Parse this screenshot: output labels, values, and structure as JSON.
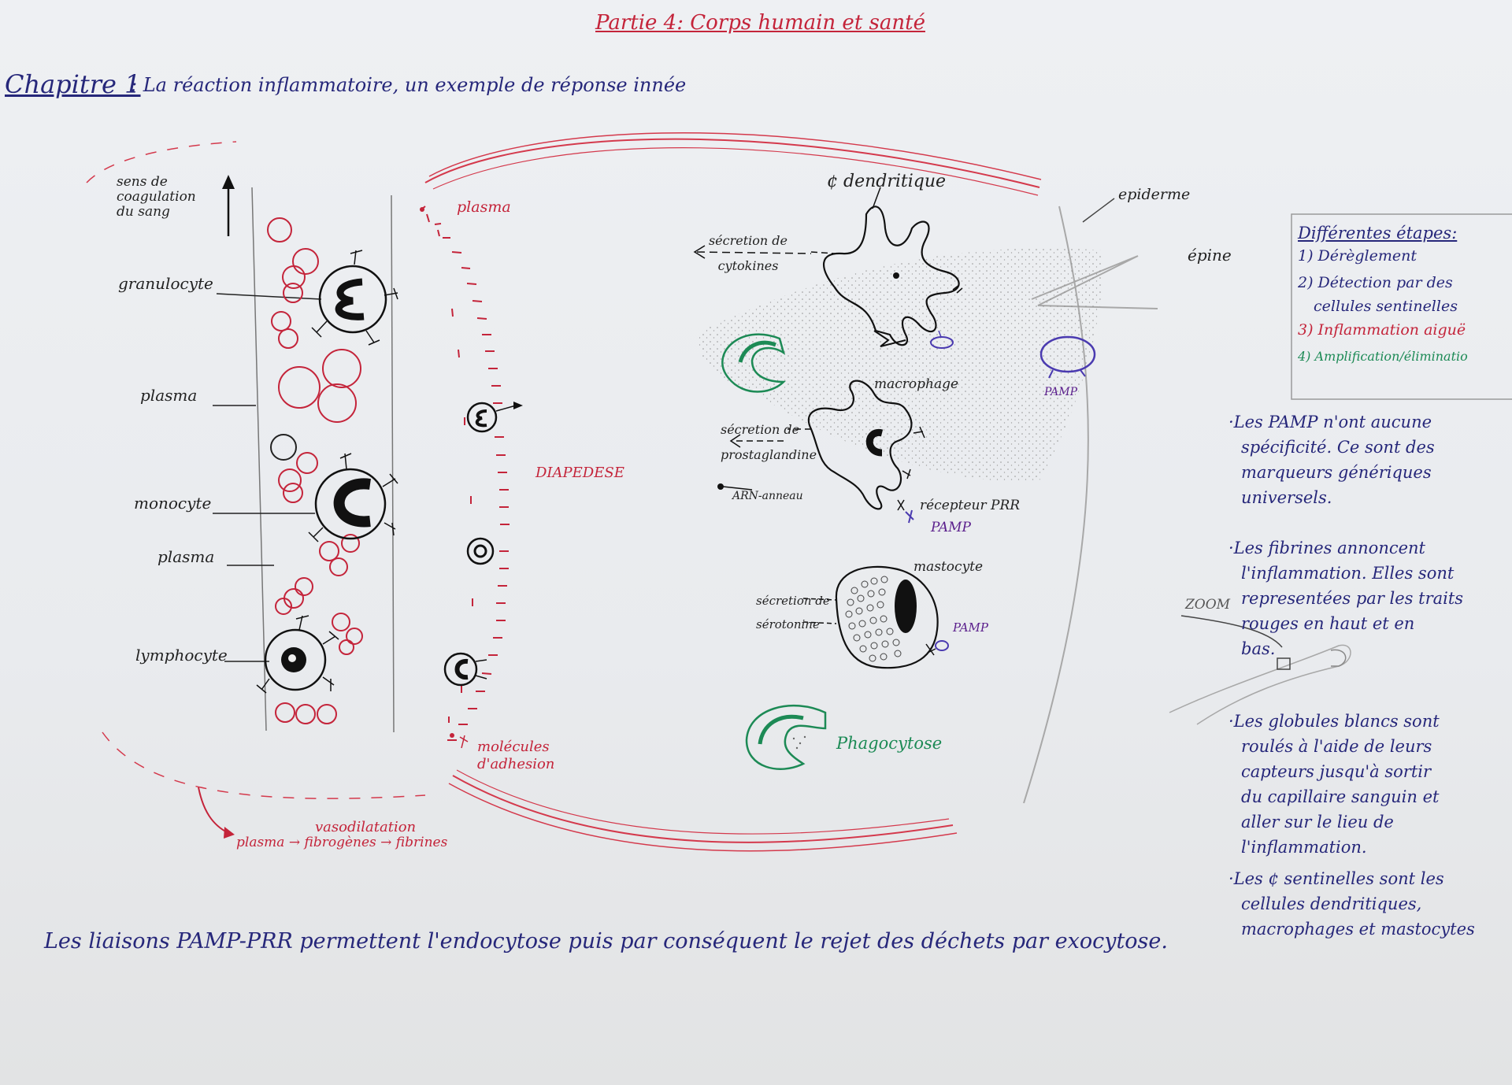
{
  "header": {
    "part_title": "Partie 4: Corps humain et santé",
    "chapter_label": "Chapitre 1",
    "chapter_title": ": La réaction inflammatoire, un exemple de réponse innée"
  },
  "vessel": {
    "arrow_label": "sens de coagulation du sang",
    "labels": {
      "granulocyte": "granulocyte",
      "plasma1": "plasma",
      "monocyte": "monocyte",
      "plasma2": "plasma",
      "lymphocyte": "lymphocyte"
    },
    "bottom_vaso": "vasodilatation",
    "bottom_chain": "plasma → fibrogènes → fibrines"
  },
  "wall": {
    "plasma": "plasma",
    "diapedese": "DIAPEDESE",
    "adhesion": "molécules d'adhesion"
  },
  "tissue": {
    "dendritic": "¢ dendritique",
    "sec_cytokines": "sécretion de cytokines",
    "macrophage": "macrophage",
    "sec_prostaglandine": "sécretion de prostaglandine",
    "arn": "ARN-anneau",
    "recepteur": "récepteur PRR",
    "pamp_macro": "PAMP",
    "mastocyte": "mastocyte",
    "sec_serotonine": "sécretion de sérotonine",
    "pamp_masto": "PAMP",
    "pamp_free": "PAMP",
    "phagocytose": "Phagocytose",
    "epiderme": "epiderme",
    "epine": "épine",
    "zoom": "ZOOM"
  },
  "steps": {
    "title": "Différentes étapes:",
    "items": [
      {
        "text": "1) Dérèglement",
        "color": "#26277a"
      },
      {
        "text": "2) Détection par des",
        "color": "#26277a"
      },
      {
        "text": "cellules sentinelles",
        "color": "#26277a"
      },
      {
        "text": "3) Inflammation aiguë",
        "color": "#c4243a"
      },
      {
        "text": "4) Amplification/éliminatio",
        "color": "#1c8a55"
      }
    ]
  },
  "notes": [
    [
      "·Les PAMP n'ont aucune",
      "spécificité. Ce sont des",
      "marqueurs génériques",
      "universels."
    ],
    [
      "·Les fibrines annoncent",
      "l'inflammation. Elles sont",
      "representées par les traits",
      "rouges en haut et en",
      "bas."
    ],
    [
      "·Les globules blancs sont",
      "roulés à l'aide de leurs",
      "capteurs jusqu'à sortir",
      "du capillaire sanguin et",
      "aller sur le lieu de",
      "l'inflammation."
    ],
    [
      "·Les ¢ sentinelles sont les",
      "cellules dendritiques,",
      "macrophages et mastocytes"
    ]
  ],
  "bottom_sentence": "Les liaisons PAMP-PRR permettent l'endocytose puis par conséquent le rejet des déchets par exocytose.",
  "colors": {
    "ink_blue": "#26277a",
    "ink_red": "#c4243a",
    "ink_green": "#1c8a55",
    "ink_purple": "#5a1e8c"
  }
}
